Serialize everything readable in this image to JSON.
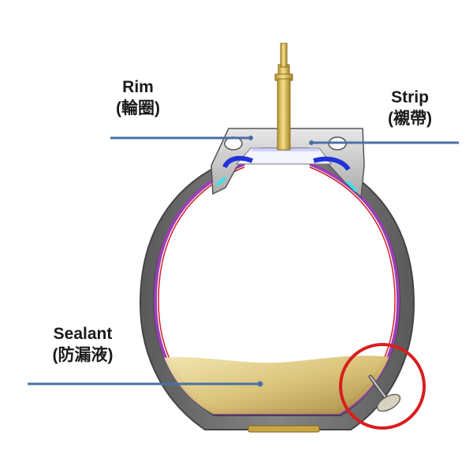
{
  "labels": {
    "rim": {
      "en": "Rim",
      "zh": "(輪圈)"
    },
    "strip": {
      "en": "Strip",
      "zh": "(襯帶)"
    },
    "sealant": {
      "en": "Sealant",
      "zh": "(防漏液)"
    }
  },
  "colors": {
    "tire": "#6e6e6e",
    "rim": "#c4c4c4",
    "valve": "#e3c35a",
    "sealant": "#d4bd6a",
    "inner_liner": "#9b3fb5",
    "strip": "#2233d8",
    "leader_line": "#4a6fa5",
    "highlight_circle": "#d81e1e"
  },
  "icons": [
    "valve-stem-icon",
    "thorn-nail-icon"
  ]
}
